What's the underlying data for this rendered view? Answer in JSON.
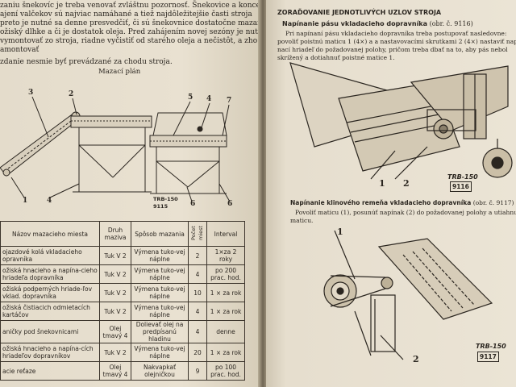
{
  "left_page": {
    "intro_lines": [
      "zaniu šnekovíc je treba venovať zvláštnu pozornosť. Šnekovice a konce",
      "ajení valčekov sú najviac namáhané a tiež najdôležitejšie časti stroja",
      "preto je nutné sa denne presvedčiť, či sú šnekovnice dostatočne mazané",
      "ožiský dlhke a či je dostatok oleja. Pred zahájením novej sezóny je nutné vy",
      "vymontovať zo stroja, riadne vyčistiť od starého oleja a nečistôt, a zho",
      "amontovať",
      "zdanie nesmie byť prevádzané za chodu stroja."
    ],
    "chart_title": "Mazací plán",
    "part_numbers_top": [
      "3",
      "2",
      "5",
      "4",
      "7"
    ],
    "part_numbers_bottom": [
      "1",
      "4",
      "6",
      "6"
    ],
    "figure_label_line1": "TRB-150",
    "figure_label_line2": "9115",
    "table": {
      "headers": [
        "Názov mazacieho miesta",
        "Druh maziva",
        "Spôsob mazania",
        "Počet miest",
        "Interval"
      ],
      "rows": [
        [
          "ojazdové kolá vkladacieho opravníka",
          "Tuk V 2",
          "Výmena tuko-vej náplne",
          "2",
          "1×za 2 roky"
        ],
        [
          "ožiská hnacieho a napína-cieho hriadeľa dopravníka",
          "Tuk V 2",
          "Výmena tuko-vej náplne",
          "4",
          "po 200 prac. hod."
        ],
        [
          "ožiská podperných hriade-ľov vklad. dopravníka",
          "Tuk V 2",
          "Výmena tuko-vej náplne",
          "10",
          "1 × za rok"
        ],
        [
          "ožiská čistiacich odmietacích kartáčov",
          "Tuk V 2",
          "Výmena tuko-vej náplne",
          "4",
          "1 × za rok"
        ],
        [
          "aničky pod šnekovnicami",
          "Olej tmavý 4",
          "Dolievať olej na predpísanú hladinu",
          "4",
          "denne"
        ],
        [
          "ožiská hnacieho a napína-cích hriadeľov dopravníkov",
          "Tuk V 2",
          "Výmena tuko-vej náplne",
          "20",
          "1 × za rok"
        ],
        [
          "acie reťaze",
          "Olej tmavý 4",
          "Nakvapkať olejničkou",
          "9",
          "po 100 prac. hod."
        ]
      ]
    }
  },
  "right_page": {
    "section_title": "ZORAĎOVANIE JEDNOTLIVÝCH UZLOV STROJA",
    "sub1_title": "Napínanie pásu vkladacieho dopravníka",
    "sub1_ref": "(obr. č. 9116)",
    "sub1_lines": [
      "Pri napínaní pásu vkladacieho dopravníka treba postupovať nasledovne:",
      "povoliť poistnú maticu 1 (4×) a a nastavovacími skrutkami 2 (4×) nastaviť napí-",
      "nací hriadeľ do požadovanej polohy, pričom treba dbať na to, aby pás nebol",
      "skrížený a dotiahnuť poistné matice 1."
    ],
    "fig1_numbers": [
      "1",
      "2"
    ],
    "fig1_label_line1": "TRB-150",
    "fig1_label_line2": "9116",
    "sub2_title": "Napínanie klinového remeňa vkladacieho dopravníka",
    "sub2_ref": "(obr. č. 9117)",
    "sub2_lines": [
      "Povoliť maticu (1), posunúť napínak (2) do požadovanej polohy a utiahnuť",
      "maticu."
    ],
    "fig2_numbers": [
      "1",
      "2"
    ],
    "fig2_label_line1": "TRB-150",
    "fig2_label_line2": "9117"
  }
}
